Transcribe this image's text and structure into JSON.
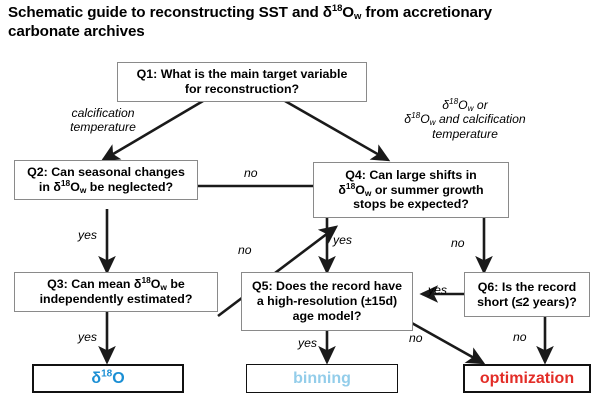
{
  "title": {
    "line1_a": "Schematic guide to reconstructing SST and ",
    "delta": "δ",
    "sup18": "18",
    "O": "O",
    "subw": "w",
    "line1_b": " from accretionary",
    "line2": "carbonate archives",
    "full_text": "Schematic guide to reconstructing SST and δ18Ow from accretionary carbonate archives"
  },
  "nodes": {
    "q1": {
      "id": "Q1",
      "line1": "Q1: What is the main target variable",
      "line2": "for reconstruction?",
      "full_text": "Q1: What is the main target variable for reconstruction?"
    },
    "q2": {
      "id": "Q2",
      "line1_a": "Q2: Can seasonal changes",
      "line2_a": "in ",
      "delta": "δ",
      "sup18": "18",
      "O": "O",
      "subw": "w",
      "line2_b": " be neglected?",
      "full_text": "Q2: Can seasonal changes in δ18Ow be neglected?"
    },
    "q3": {
      "id": "Q3",
      "line1_a": "Q3: Can mean ",
      "delta": "δ",
      "sup18": "18",
      "O": "O",
      "subw": "w",
      "line1_b": " be",
      "line2": "independently estimated?",
      "full_text": "Q3: Can mean δ18Ow be independently estimated?"
    },
    "q4": {
      "id": "Q4",
      "line1": "Q4: Can large shifts in",
      "delta": "δ",
      "sup18": "18",
      "O": "O",
      "subw": "w",
      "line2_b": " or summer growth",
      "line3": "stops be expected?",
      "full_text": "Q4: Can large shifts in δ18Ow or summer growth stops be expected?"
    },
    "q5": {
      "id": "Q5",
      "line1": "Q5: Does the record have",
      "line2": "a high-resolution (±15d)",
      "line3": "age model?",
      "full_text": "Q5: Does the record have a high-resolution (±15d) age model?"
    },
    "q6": {
      "id": "Q6",
      "line1": "Q6: Is the record",
      "line2": "short (≤2 years)?",
      "full_text": "Q6: Is the record short (≤2 years)?"
    }
  },
  "outcomes": {
    "d18o": {
      "delta": "δ",
      "sup18": "18",
      "O": "O",
      "full_text": "δ18O",
      "color": "#1b8fd4"
    },
    "binning": {
      "label": "binning",
      "color": "#93cdea"
    },
    "optimization": {
      "label": "optimization",
      "color": "#e32d27"
    }
  },
  "edge_labels": {
    "q1_left": {
      "line1": "calcification",
      "line2": "temperature",
      "full_text": "calcification temperature"
    },
    "q1_right": {
      "delta": "δ",
      "sup18": "18",
      "O": "O",
      "subw": "w",
      "line1_tail": " or",
      "line2_tail": " and calcification",
      "line3": "temperature",
      "full_text": "δ18Ow or δ18Ow and calcification temperature"
    },
    "q2_to_q4": "no",
    "q2_to_q3": "yes",
    "q3_to_q4": "no",
    "q3_to_d18o": "yes",
    "q4_to_q5": "yes",
    "q4_to_q6": "no",
    "q5_to_binning": "yes",
    "q5_to_optimization": "no",
    "q6_to_q5": "yes",
    "q6_to_optimization": "no"
  },
  "style": {
    "box_border": "#8a8a8a",
    "result_border": "#111111",
    "arrow_color": "#1a1a1a",
    "background": "#ffffff"
  }
}
